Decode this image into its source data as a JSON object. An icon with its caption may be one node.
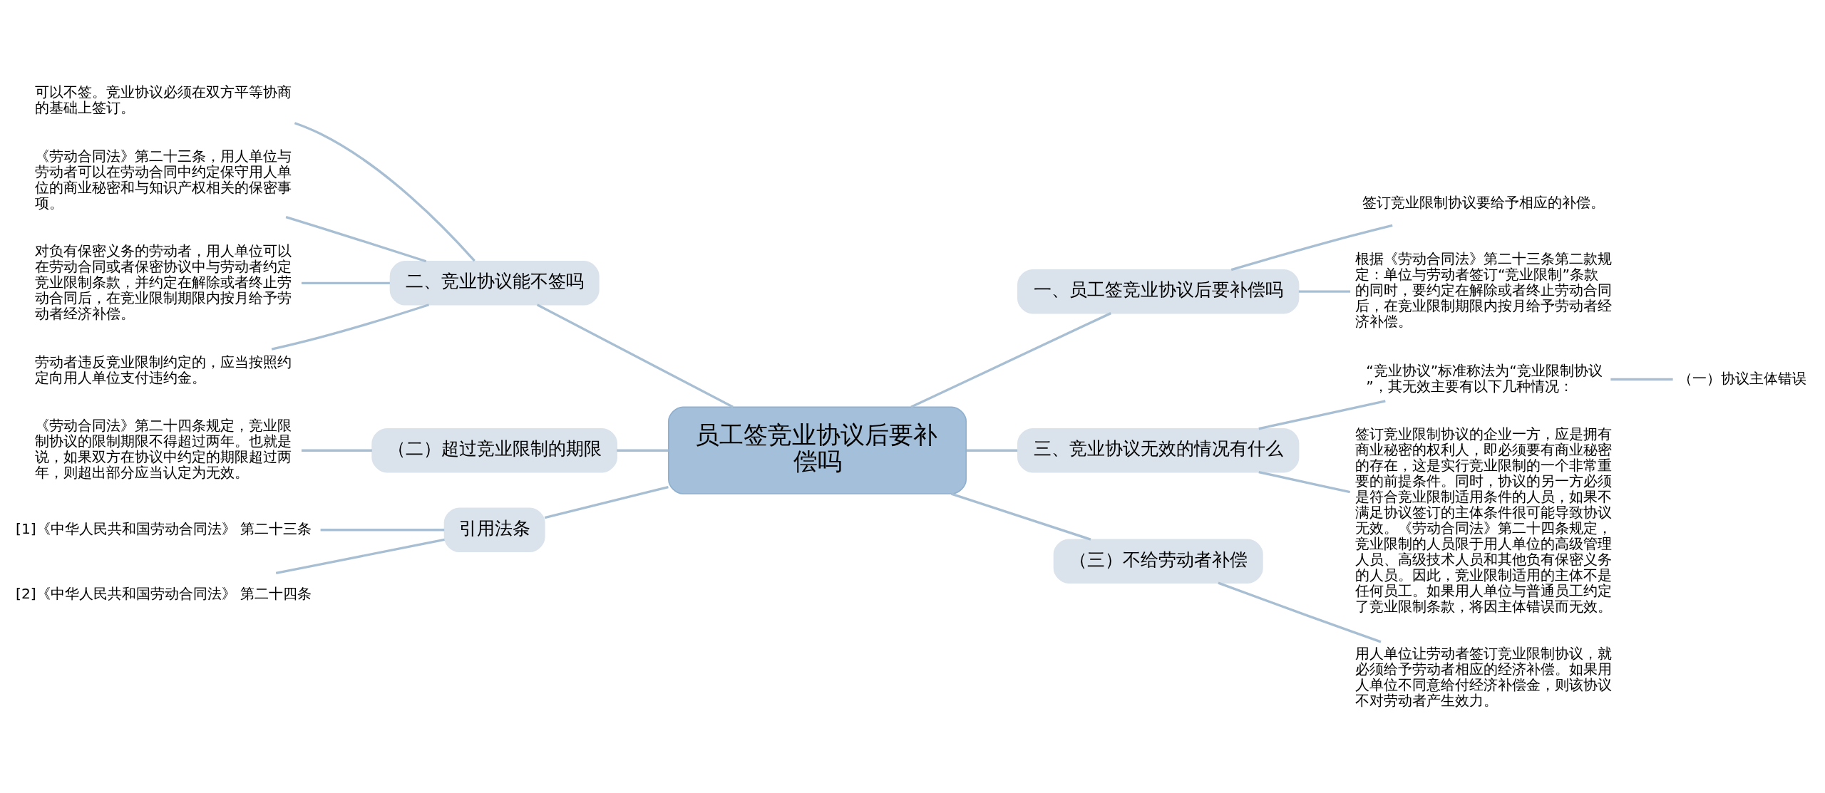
{
  "diagram": {
    "nodes": [
      {
        "text": [
          "员工签竞业协议后要补偿吗"
        ]
      },
      {
        "text": [
          "一、员工签竞业协议后要补偿吗"
        ]
      },
      {
        "text": [
          "签订竞业限制协议要给予相应的补偿。"
        ]
      },
      {
        "text": [
          "根据《劳动合同法》第二十三条第二款规定：单位与劳动者签订“竞业限制”条款的同时，要约定在解除或者终止劳动合同后，在竞业限制期限内按月给予劳动者经济补偿。"
        ]
      },
      {
        "text": [
          "三、竞业协议无效的情况有什么"
        ]
      },
      {
        "text": [
          "“竞业协议”标准称法为“竞业限制协议”，其无效主要有以下几种情况："
        ]
      },
      {
        "text": [
          "（一）协议主体错误"
        ]
      },
      {
        "text": [
          "签订竞业限制协议的企业一方，应是拥有商业秘密的权利人，即必须要有商业秘密的存在，这是实行竞业限制的一个非常重要的前提条件。同时，协议的另一方必须是符合竞业限制适用条件的人员，如果不满足协议签订的主体条件很可能导致协议无效。《劳动合同法》第二十四条规定，竞业限制的人员限于用人单位的高级管理人员、高级技术人员和其他负有保密义务的人员。因此，竞业限制适用的主体不是任何员工。如果用人单位与普通员工约定了竞业限制条款，将因主体错误而无效。"
        ]
      },
      {
        "text": [
          "（三）不给劳动者补偿"
        ]
      },
      {
        "text": [
          "用人单位让劳动者签订竞业限制协议，就必须给予劳动者相应的经济补偿。如果用人单位不同意给付经济补偿金，则该协议不对劳动者产生效力。"
        ]
      },
      {
        "text": [
          "二、竞业协议能不签吗"
        ]
      },
      {
        "text": [
          "可以不签。竞业协议必须在双方平等协商的基础上签订。"
        ]
      },
      {
        "text": [
          "《劳动合同法》第二十三条，用人单位与劳动者可以在劳动合同中约定保守用人单位的商业秘密和与知识产权相关的保密事项。"
        ]
      },
      {
        "text": [
          "对负有保密义务的劳动者，用人单位可以在劳动合同或者保密协议中与劳动者约定竞业限制条款，并约定在解除或者终止劳动合同后，在竞业限制期限内按月给予劳动者经济补偿。"
        ]
      },
      {
        "text": [
          "劳动者违反竞业限制约定的，应当按照约定向用人单位支付违约金。"
        ]
      },
      {
        "text": [
          "（二）超过竞业限制的期限"
        ]
      },
      {
        "text": [
          "《劳动合同法》第二十四条规定，竞业限制协议的限制期限不得超过两年。也就是说，如果双方在协议中约定的期限超过两年，则超出部分应当认定为无效。"
        ]
      },
      {
        "text": [
          "引用法条"
        ]
      },
      {
        "text": [
          "[1]《中华人民共和国劳动合同法》 第二十三条"
        ]
      },
      {
        "text": [
          "[2]《中华人民共和国劳动合同法》 第二十四条"
        ]
      }
    ],
    "edges": [
      {
        "from": 0,
        "to": 1,
        "arrow": "none"
      },
      {
        "from": 1,
        "to": 2,
        "arrow": "none"
      },
      {
        "from": 1,
        "to": 3,
        "arrow": "none"
      },
      {
        "from": 0,
        "to": 4,
        "arrow": "none"
      },
      {
        "from": 4,
        "to": 5,
        "arrow": "none"
      },
      {
        "from": 5,
        "to": 6,
        "arrow": "none"
      },
      {
        "from": 4,
        "to": 7,
        "arrow": "none"
      },
      {
        "from": 0,
        "to": 8,
        "arrow": "none"
      },
      {
        "from": 8,
        "to": 9,
        "arrow": "none"
      },
      {
        "from": 0,
        "to": 10,
        "arrow": "none"
      },
      {
        "from": 10,
        "to": 11,
        "arrow": "none"
      },
      {
        "from": 10,
        "to": 12,
        "arrow": "none"
      },
      {
        "from": 10,
        "to": 13,
        "arrow": "none"
      },
      {
        "from": 10,
        "to": 14,
        "arrow": "none"
      },
      {
        "from": 0,
        "to": 15,
        "arrow": "none"
      },
      {
        "from": 15,
        "to": 16,
        "arrow": "none"
      },
      {
        "from": 0,
        "to": 17,
        "arrow": "none"
      },
      {
        "from": 17,
        "to": 18,
        "arrow": "none"
      },
      {
        "from": 17,
        "to": 19,
        "arrow": "none"
      }
    ]
  }
}
